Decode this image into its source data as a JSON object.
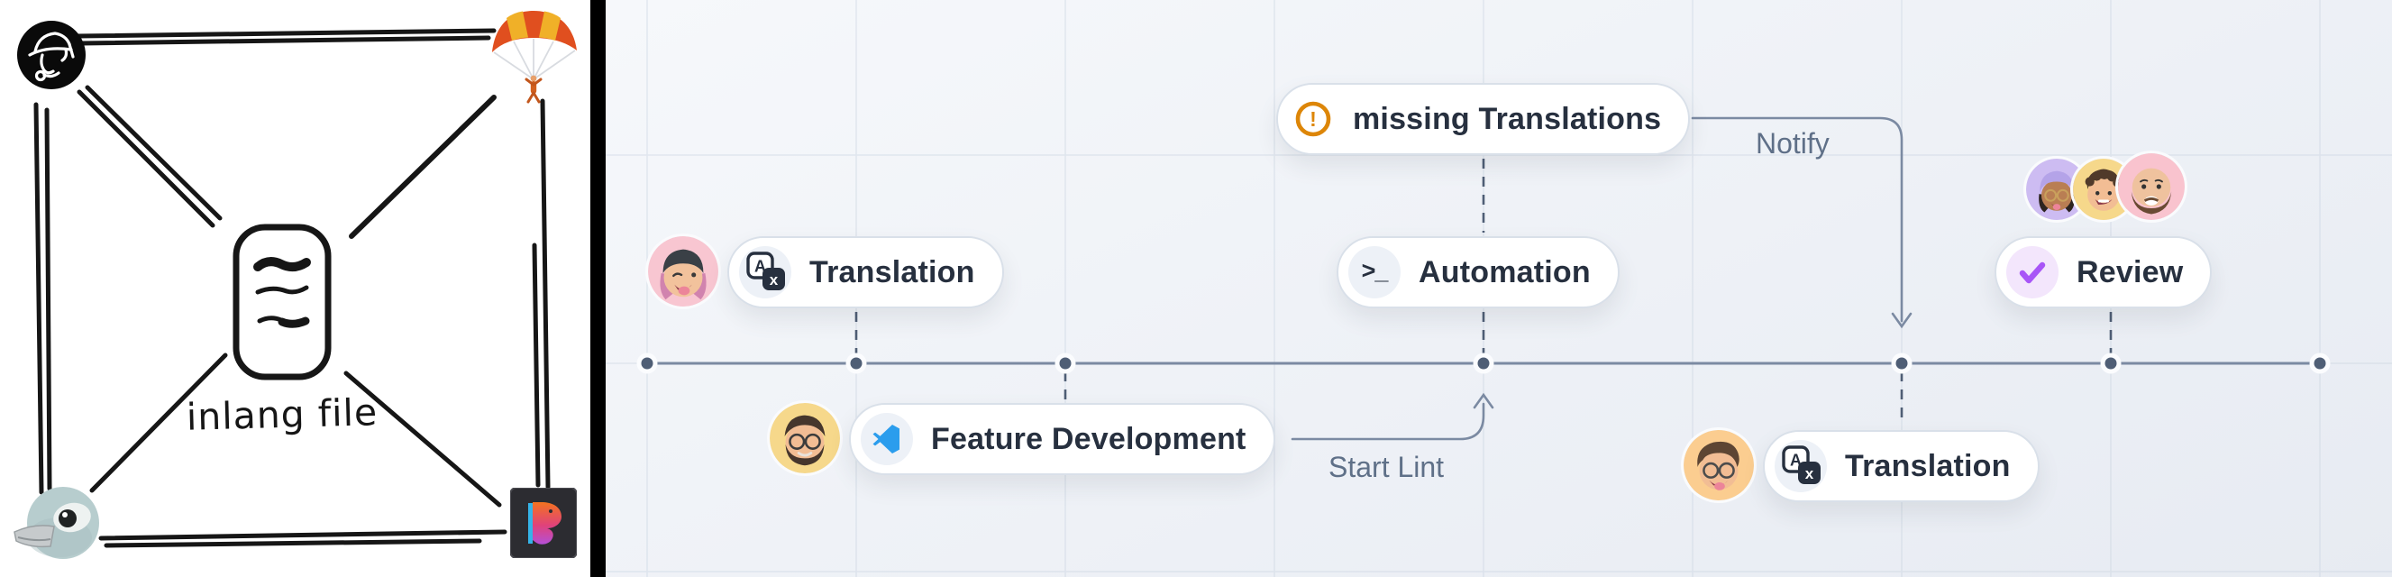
{
  "left_panel": {
    "caption": "inlang file",
    "corner_icons": [
      "sherlock-detective",
      "paraglide-parachute",
      "fink-bird",
      "parrot-figma-plugin"
    ]
  },
  "right_panel": {
    "badges": {
      "missing_translations": {
        "label": "missing Translations",
        "icon": "warning-circle"
      },
      "translation_left": {
        "label": "Translation",
        "icon": "translate"
      },
      "automation": {
        "label": "Automation",
        "icon": "terminal-prompt"
      },
      "feature_development": {
        "label": "Feature Development",
        "icon": "vscode"
      },
      "review": {
        "label": "Review",
        "icon": "checkmark"
      },
      "translation_right": {
        "label": "Translation",
        "icon": "translate"
      }
    },
    "connector_labels": {
      "notify": "Notify",
      "start_lint": "Start Lint"
    },
    "avatars": [
      "memoji-beanie-woman",
      "memoji-glasses-beard-man",
      "memoji-headwrap-woman",
      "memoji-curly-boy",
      "memoji-bald-beard-man",
      "memoji-swoopy-glasses-man"
    ]
  },
  "glyphs": {
    "warning": "!",
    "terminal_prompt": ">_",
    "translate_primary": "A",
    "translate_secondary": "x"
  },
  "colors": {
    "background_top": "#f6f8fb",
    "background_bottom": "#e7ebf2",
    "panel_divider": "#000000",
    "sketch_ink": "#161616",
    "grid_line": "#c7d2e0",
    "timeline_line": "#7b8aa2",
    "timeline_dot": "#4f5e75",
    "dashed_connector": "#4f5e75",
    "badge_border": "#d9e0e9",
    "badge_text": "#27303f",
    "icon_chip_bg": "#edf1f7",
    "warning_orange": "#dd8608",
    "review_purple": "#a855f7",
    "review_chip_bg": "#f3e6fc",
    "vscode_blue": "#2b9ded",
    "label_slate": "#5f7088",
    "avatar_pink": "#f8c6d1",
    "avatar_yellow": "#f6d88b",
    "avatar_orange": "#fbcd90",
    "avatar_purple": "#cdbcf2",
    "avatar_review_yellow": "#f6d88b",
    "avatar_review_pink": "#f9c3ce"
  }
}
